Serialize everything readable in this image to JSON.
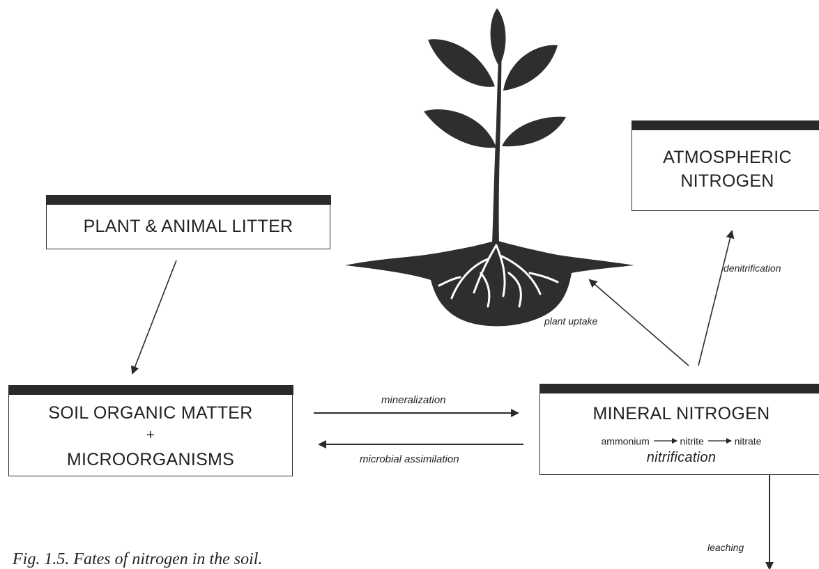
{
  "boxes": {
    "litter": {
      "label": "PLANT & ANIMAL LITTER"
    },
    "atmos": {
      "line1": "ATMOSPHERIC",
      "line2": "NITROGEN"
    },
    "som": {
      "line1": "SOIL ORGANIC MATTER",
      "line2": "+",
      "line3": "MICROORGANISMS"
    },
    "mineral": {
      "title": "MINERAL NITROGEN",
      "chain": [
        "ammonium",
        "nitrite",
        "nitrate"
      ],
      "process": "nitrification"
    }
  },
  "processes": {
    "mineralization": "mineralization",
    "microbial_assimilation": "microbial assimilation",
    "plant_uptake": "plant uptake",
    "denitrification": "denitrification",
    "leaching": "leaching"
  },
  "caption": "Fig. 1.5. Fates of nitrogen in the soil.",
  "colors": {
    "ink": "#2a2a2a",
    "background": "#ffffff"
  }
}
